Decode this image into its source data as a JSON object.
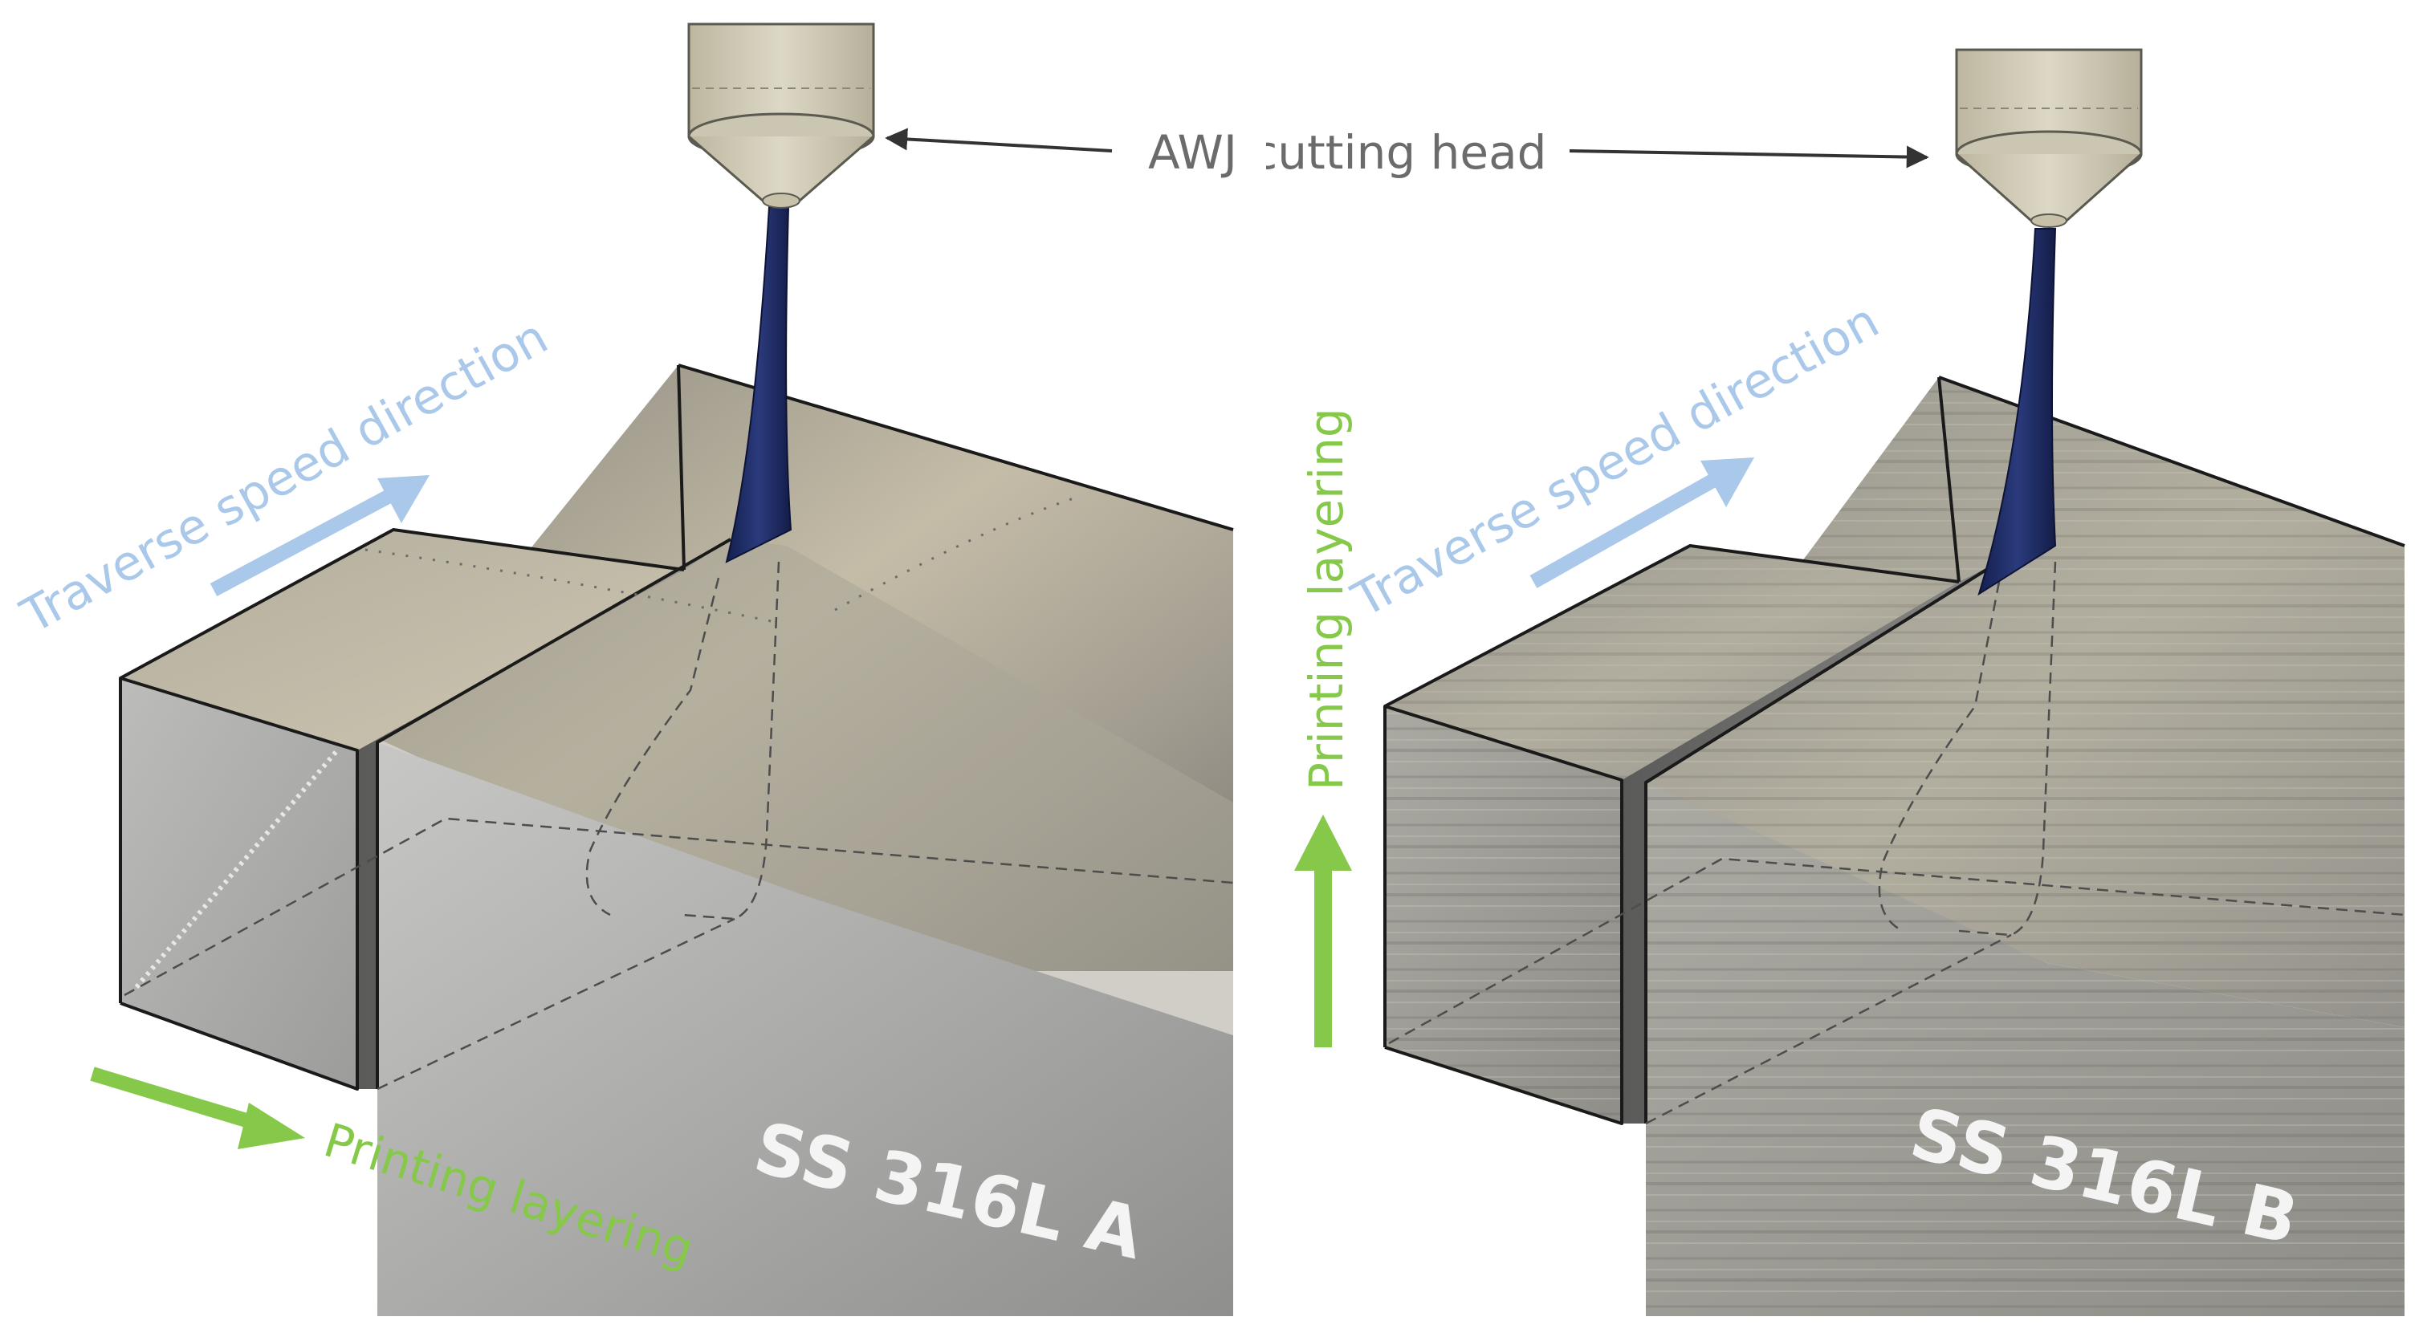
{
  "cutting_head_label": "AWJ cutting head",
  "panel_a": {
    "traverse_label": "Traverse speed direction",
    "printing_label": "Printing layering",
    "sample_label": "SS 316L A"
  },
  "panel_b": {
    "traverse_label": "Traverse speed direction",
    "printing_label": "Printing layering",
    "sample_label": "SS 316L B"
  },
  "colors": {
    "traverse_arrow": "#a9c8ea",
    "printing_arrow": "#86c94a",
    "jet": "#1e2b63",
    "nozzle": "#d4cfbc",
    "label_grey": "#6b6b6b"
  }
}
